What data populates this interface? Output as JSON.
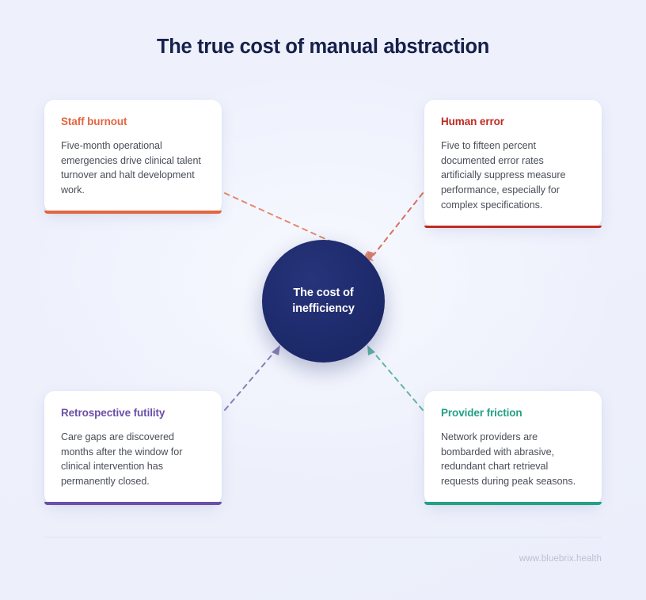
{
  "page": {
    "title": "The true cost of manual abstraction",
    "background_color": "#eef1fc"
  },
  "hub": {
    "label": "The cost of\ninefficiency",
    "color": "#1e2c6e",
    "text_color": "#ffffff"
  },
  "cards": [
    {
      "id": "staff-burnout",
      "title": "Staff burnout",
      "body": "Five-month operational emergencies drive clinical talent turnover and halt development work.",
      "accent": "#e2663f",
      "position": "top-left"
    },
    {
      "id": "human-error",
      "title": "Human error",
      "body": "Five to fifteen percent documented error rates artificially suppress measure performance, especially for complex specifications.",
      "accent": "#c02a22",
      "position": "top-right"
    },
    {
      "id": "retrospective-futility",
      "title": "Retrospective futility",
      "body": "Care gaps are discovered months after the window for clinical intervention has permanently closed.",
      "accent": "#6b4fa8",
      "position": "bottom-left"
    },
    {
      "id": "provider-friction",
      "title": "Provider friction",
      "body": "Network providers are bombarded with abrasive, redundant chart retrieval requests during peak seasons.",
      "accent": "#23a085",
      "position": "bottom-right"
    }
  ],
  "connectors": [
    {
      "from": "staff-burnout",
      "to": "hub",
      "color": "#e28a6f",
      "style": "dashed",
      "arrow": "to-hub"
    },
    {
      "from": "human-error",
      "to": "hub",
      "color": "#d8705f",
      "style": "dashed",
      "arrow": "to-hub"
    },
    {
      "from": "retrospective-futility",
      "to": "hub",
      "color": "#8d7fb8",
      "style": "dashed",
      "arrow": "to-hub"
    },
    {
      "from": "provider-friction",
      "to": "hub",
      "color": "#63b5a6",
      "style": "dashed",
      "arrow": "to-hub"
    }
  ],
  "footer": {
    "url": "www.bluebrix.health"
  }
}
